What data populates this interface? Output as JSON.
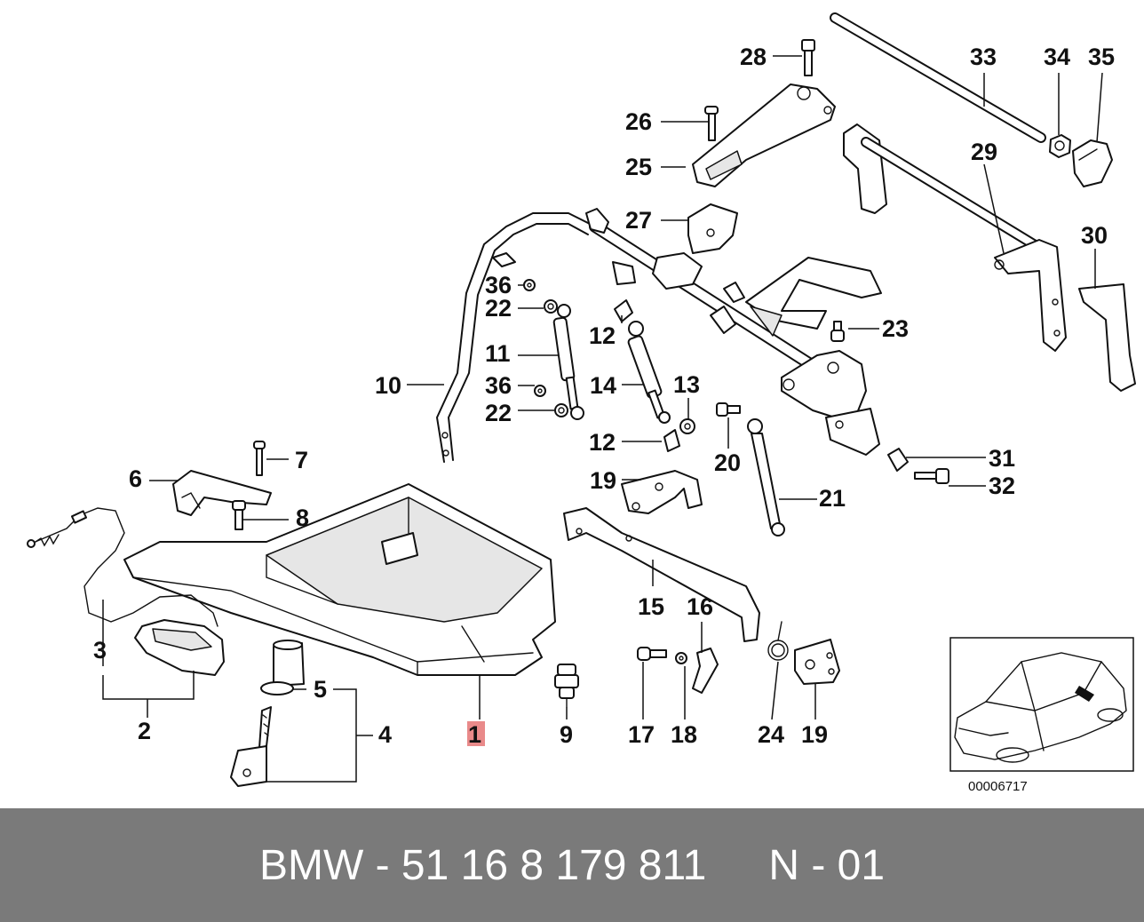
{
  "callouts": {
    "c1": "1",
    "c2": "2",
    "c3": "3",
    "c4": "4",
    "c5": "5",
    "c6": "6",
    "c7": "7",
    "c8": "8",
    "c9": "9",
    "c10": "10",
    "c11": "11",
    "c12a": "12",
    "c12b": "12",
    "c13": "13",
    "c14": "14",
    "c15": "15",
    "c16": "16",
    "c17": "17",
    "c18": "18",
    "c19a": "19",
    "c19b": "19",
    "c20": "20",
    "c21": "21",
    "c22a": "22",
    "c22b": "22",
    "c23": "23",
    "c24": "24",
    "c25": "25",
    "c26": "26",
    "c27": "27",
    "c28": "28",
    "c29": "29",
    "c30": "30",
    "c31": "31",
    "c32": "32",
    "c33": "33",
    "c34": "34",
    "c35": "35",
    "c36a": "36",
    "c36b": "36"
  },
  "highlighted_part": "1",
  "inset": {
    "code": "00006717"
  },
  "footer": {
    "part_number": "BMW - 51 16 8 179 811",
    "variant": "N - 01"
  },
  "colors": {
    "highlight": "#e98a8a",
    "footer_bg": "#7a7a7a",
    "footer_text": "#ffffff"
  }
}
